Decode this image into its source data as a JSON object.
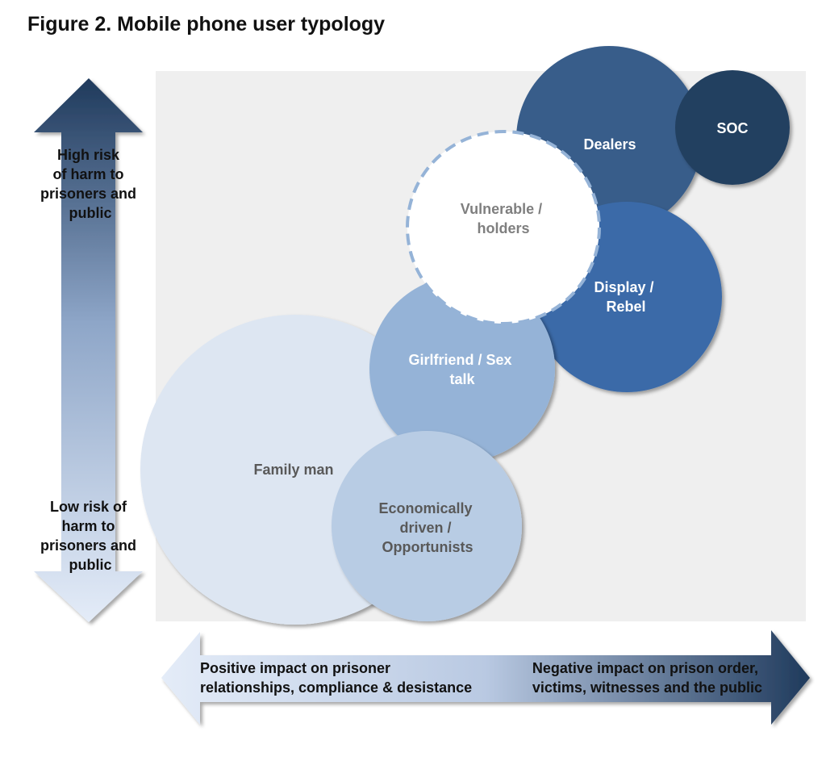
{
  "title": "Figure 2. Mobile phone user typology",
  "vertical_axis": {
    "high_label": [
      "High risk",
      "of harm to",
      "prisoners and",
      "public"
    ],
    "low_label": [
      "Low risk of",
      "harm to",
      "prisoners and",
      "public"
    ]
  },
  "horizontal_axis": {
    "left_label": [
      "Positive impact on prisoner",
      "relationships, compliance & desistance"
    ],
    "right_label": [
      "Negative impact on prison order,",
      "victims, witnesses and the public"
    ]
  },
  "groups": {
    "family_man": {
      "label": [
        "Family man"
      ],
      "fill": "#dde6f2",
      "text_color": "#595959"
    },
    "economically_driven": {
      "label": [
        "Economically",
        "driven /",
        "Opportunists"
      ],
      "fill": "#b8cce4",
      "text_color": "#595959"
    },
    "girlfriend": {
      "label": [
        "Girlfriend / Sex",
        "talk"
      ],
      "fill": "#95b3d7",
      "text_color": "#ffffff"
    },
    "display_rebel": {
      "label": [
        "Display /",
        "Rebel"
      ],
      "fill": "#3a6aa8",
      "text_color": "#ffffff"
    },
    "dealers": {
      "label": [
        "Dealers"
      ],
      "fill": "#385d8a",
      "text_color": "#ffffff"
    },
    "soc": {
      "label": [
        "SOC"
      ],
      "fill": "#243f60",
      "text_color": "#ffffff"
    },
    "vulnerable": {
      "label": [
        "Vulnerable /",
        "holders"
      ],
      "fill": "#ffffff",
      "text_color": "#7f7f7f",
      "stroke": "#95b3d7"
    }
  },
  "colors": {
    "plot_background": "#efefef",
    "arrow_dark": "#1f3a5c",
    "arrow_light": "#dce6f5"
  }
}
